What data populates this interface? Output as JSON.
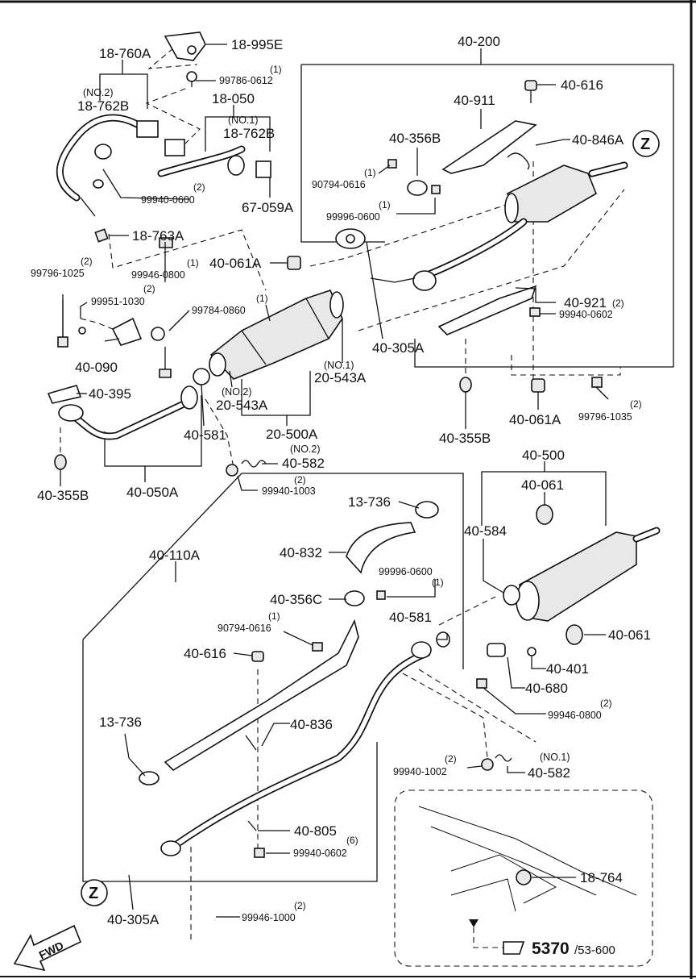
{
  "groups": {
    "g_40_200": "40-200",
    "g_40_500": "40-500",
    "g_40_110A": "40-110A",
    "g_18_760A": "18-760A",
    "g_18_050": "18-050",
    "g_20_500A": "20-500A",
    "g_40_050A": "40-050A"
  },
  "parts": {
    "p18_995E": "18-995E",
    "p99786_0612": "99786-0612",
    "p99786_0612_qty": "(1)",
    "no2_a": "(NO.2)",
    "p18_762B_a": "18-762B",
    "no1_a": "(NO.1)",
    "p18_762B_b": "18-762B",
    "p99940_0600": "99940-0600",
    "p99940_0600_qty": "(2)",
    "p67_059A": "67-059A",
    "p18_763A": "18-763A",
    "p40_911": "40-911",
    "p40_616_a": "40-616",
    "p40_846A": "40-846A",
    "p40_356B": "40-356B",
    "p90794_0616_a": "90794-0616",
    "p90794_0616_a_qty": "(1)",
    "p99996_0600_a": "99996-0600",
    "p99996_0600_a_qty": "(1)",
    "z_a": "Z",
    "p99796_1025": "99796-1025",
    "p99796_1025_qty": "(2)",
    "p99946_0800_a": "99946-0800",
    "p99946_0800_a_qty": "(1)",
    "p99951_1030": "99951-1030",
    "p99951_1030_qty": "(2)",
    "p99784_0860": "99784-0860",
    "p99784_0860_qty": "(1)",
    "p40_061A_a": "40-061A",
    "p40_921": "40-921",
    "p99940_0602_a": "99940-0602",
    "p99940_0602_a_qty": "(2)",
    "p40_305A_a": "40-305A",
    "no1_b": "(NO.1)",
    "p20_543A_a": "20-543A",
    "p40_090": "40-090",
    "p40_395": "40-395",
    "no2_b": "(NO.2)",
    "p20_543A_b": "20-543A",
    "p40_355B_a": "40-355B",
    "p40_061A_b": "40-061A",
    "p99796_1035": "99796-1035",
    "p99796_1035_qty": "(2)",
    "p40_581_a": "40-581",
    "no2_c": "(NO.2)",
    "p40_582_a": "40-582",
    "p99940_1003": "99940-1003",
    "p99940_1003_qty": "(2)",
    "p40_355B_b": "40-355B",
    "p40_061_a": "40-061",
    "p13_736_a": "13-736",
    "p40_584": "40-584",
    "p40_832": "40-832",
    "p99996_0600_b": "99996-0600",
    "p99996_0600_b_qty": "(1)",
    "p40_356C": "40-356C",
    "p90794_0616_b": "90794-0616",
    "p90794_0616_b_qty": "(1)",
    "p40_581_b": "40-581",
    "p40_616_b": "40-616",
    "p40_061_b": "40-061",
    "p40_401": "40-401",
    "p40_680": "40-680",
    "p99946_0800_b": "99946-0800",
    "p99946_0800_b_qty": "(2)",
    "p13_736_b": "13-736",
    "p40_836": "40-836",
    "p99940_1002": "99940-1002",
    "p99940_1002_qty": "(2)",
    "no1_c": "(NO.1)",
    "p40_582_b": "40-582",
    "p40_805": "40-805",
    "p99940_0602_b": "99940-0602",
    "p99940_0602_b_qty": "(6)",
    "z_b": "Z",
    "p40_305A_b": "40-305A",
    "p99946_1000": "99946-1000",
    "p99946_1000_qty": "(2)",
    "p18_764": "18-764",
    "fwd": "FWD",
    "ref_page": "5370",
    "ref_sub": "/53-600"
  }
}
